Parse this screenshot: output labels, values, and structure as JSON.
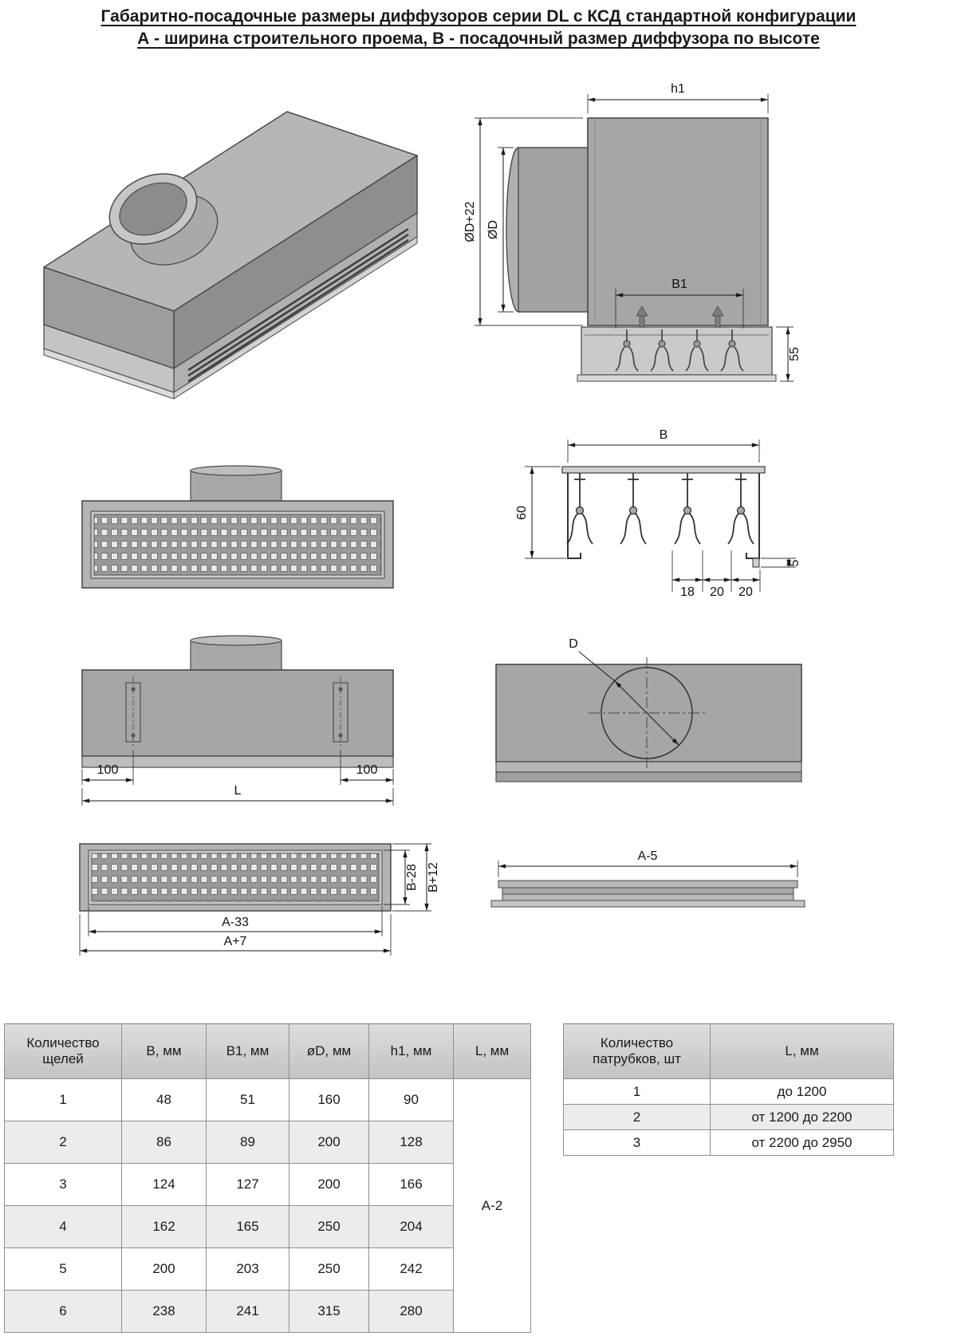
{
  "title": {
    "line1": "Габаритно-посадочные размеры диффузоров серии DL с КСД стандартной конфигурации",
    "line2": "А - ширина строительного проема, В - посадочный размер диффузора по высоте"
  },
  "dims": {
    "h1": "h1",
    "od_plus22": "ØD+22",
    "od": "ØD",
    "b1": "B1",
    "n55": "55",
    "b": "B",
    "n60": "60",
    "n5": "5",
    "n18": "18",
    "n20a": "20",
    "n20b": "20",
    "n100a": "100",
    "n100b": "100",
    "l": "L",
    "d": "D",
    "b_minus_28": "B-28",
    "b_plus_12": "B+12",
    "a_minus_33": "A-33",
    "a_plus_7": "A+7",
    "a_minus_5": "A-5"
  },
  "table_main": {
    "headers": [
      "Количество щелей",
      "B, мм",
      "B1, мм",
      "øD, мм",
      "h1, мм",
      "L, мм"
    ],
    "rows": [
      [
        "1",
        "48",
        "51",
        "160",
        "90"
      ],
      [
        "2",
        "86",
        "89",
        "200",
        "128"
      ],
      [
        "3",
        "124",
        "127",
        "200",
        "166"
      ],
      [
        "4",
        "162",
        "165",
        "250",
        "204"
      ],
      [
        "5",
        "200",
        "203",
        "250",
        "242"
      ],
      [
        "6",
        "238",
        "241",
        "315",
        "280"
      ]
    ],
    "l_value": "А-2"
  },
  "table_right": {
    "headers": [
      "Количество патрубков, шт",
      "L, мм"
    ],
    "rows": [
      [
        "1",
        "до 1200"
      ],
      [
        "2",
        "от 1200 до 2200"
      ],
      [
        "3",
        "от 2200 до 2950"
      ]
    ]
  }
}
